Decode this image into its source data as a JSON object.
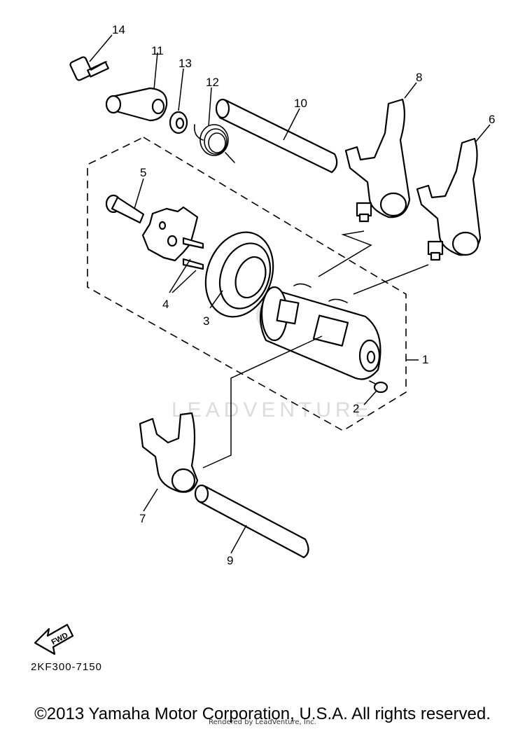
{
  "diagram": {
    "callouts": [
      {
        "id": "c1",
        "label": "1"
      },
      {
        "id": "c2",
        "label": "2"
      },
      {
        "id": "c3",
        "label": "3"
      },
      {
        "id": "c4",
        "label": "4"
      },
      {
        "id": "c5",
        "label": "5"
      },
      {
        "id": "c6",
        "label": "6"
      },
      {
        "id": "c7",
        "label": "7"
      },
      {
        "id": "c8",
        "label": "8"
      },
      {
        "id": "c9",
        "label": "9"
      },
      {
        "id": "c10",
        "label": "10"
      },
      {
        "id": "c11",
        "label": "11"
      },
      {
        "id": "c12",
        "label": "12"
      },
      {
        "id": "c13",
        "label": "13"
      },
      {
        "id": "c14",
        "label": "14"
      }
    ],
    "fwd_label": "FWD",
    "diagram_code": "2KF300-7150",
    "watermark": "LEADVENTURE"
  },
  "footer": {
    "copyright": "©2013 Yamaha Motor Corporation, U.S.A. All rights reserved.",
    "rendered_by": "Rendered by LeadVenture, Inc."
  }
}
